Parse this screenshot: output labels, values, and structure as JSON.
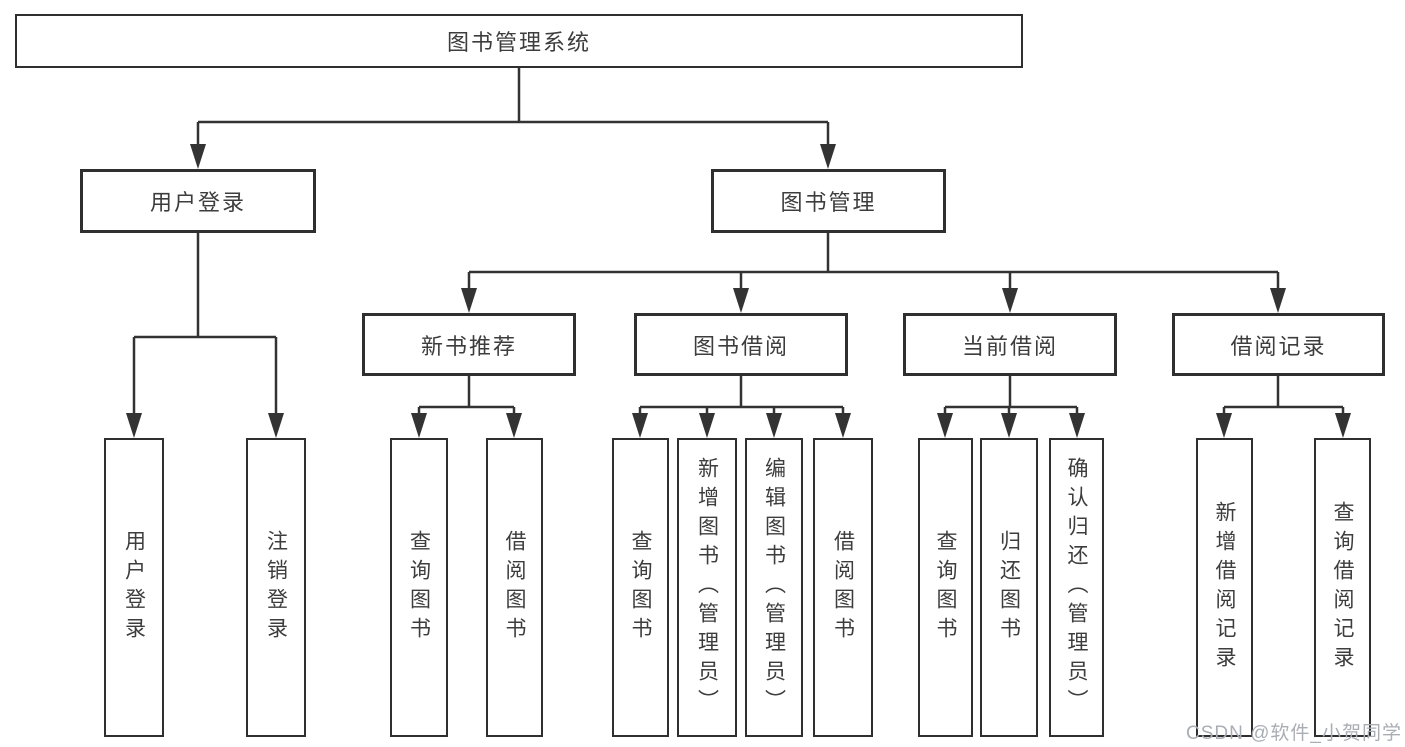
{
  "tree": {
    "root": {
      "label": "图书管理系统",
      "children": [
        {
          "label": "用户登录",
          "children": [
            {
              "label": "用户登录"
            },
            {
              "label": "注销登录"
            }
          ]
        },
        {
          "label": "图书管理",
          "children": [
            {
              "label": "新书推荐",
              "children": [
                {
                  "label": "查询图书"
                },
                {
                  "label": "借阅图书"
                }
              ]
            },
            {
              "label": "图书借阅",
              "children": [
                {
                  "label": "查询图书"
                },
                {
                  "label": "新增图书（管理员）"
                },
                {
                  "label": "编辑图书（管理员）"
                },
                {
                  "label": "借阅图书"
                }
              ]
            },
            {
              "label": "当前借阅",
              "children": [
                {
                  "label": "查询图书"
                },
                {
                  "label": "归还图书"
                },
                {
                  "label": "确认归还（管理员）"
                }
              ]
            },
            {
              "label": "借阅记录",
              "children": [
                {
                  "label": "新增借阅记录"
                },
                {
                  "label": "查询借阅记录"
                }
              ]
            }
          ]
        }
      ]
    }
  },
  "watermark": {
    "text": "CSDN @软件_小贺同学"
  },
  "colors": {
    "line": "#333333",
    "box_border": "#2f2f2f",
    "text": "#3d3d3d",
    "watermark": "#a9aeb5",
    "background": "#ffffff"
  }
}
